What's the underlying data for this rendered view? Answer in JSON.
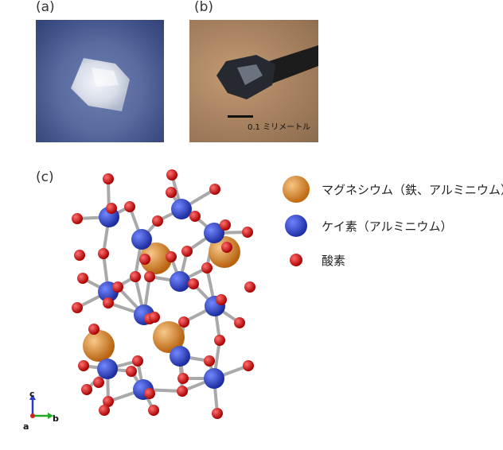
{
  "panels": {
    "a": {
      "label": "(a)"
    },
    "b": {
      "label": "(b)",
      "scale_bar_text": "0.1 ミリメートル"
    },
    "c": {
      "label": "(c)"
    }
  },
  "legend": [
    {
      "label": "マグネシウム（鉄、アルミニウム）",
      "color": "#d9832a"
    },
    {
      "label": "ケイ素（アルミニウム）",
      "color": "#2f47c8"
    },
    {
      "label": "酸素",
      "color": "#d41e1e"
    }
  ],
  "axes": {
    "c": "c",
    "a": "a",
    "b": "b"
  },
  "colors": {
    "oxygen": "#d41e1e",
    "silicon": "#2f47c8",
    "magnesium": "#d9832a",
    "bond": "#a9a9a9",
    "axis_c": "#2a3bd0",
    "axis_b": "#22aa22",
    "axis_a": "#cc2222"
  }
}
